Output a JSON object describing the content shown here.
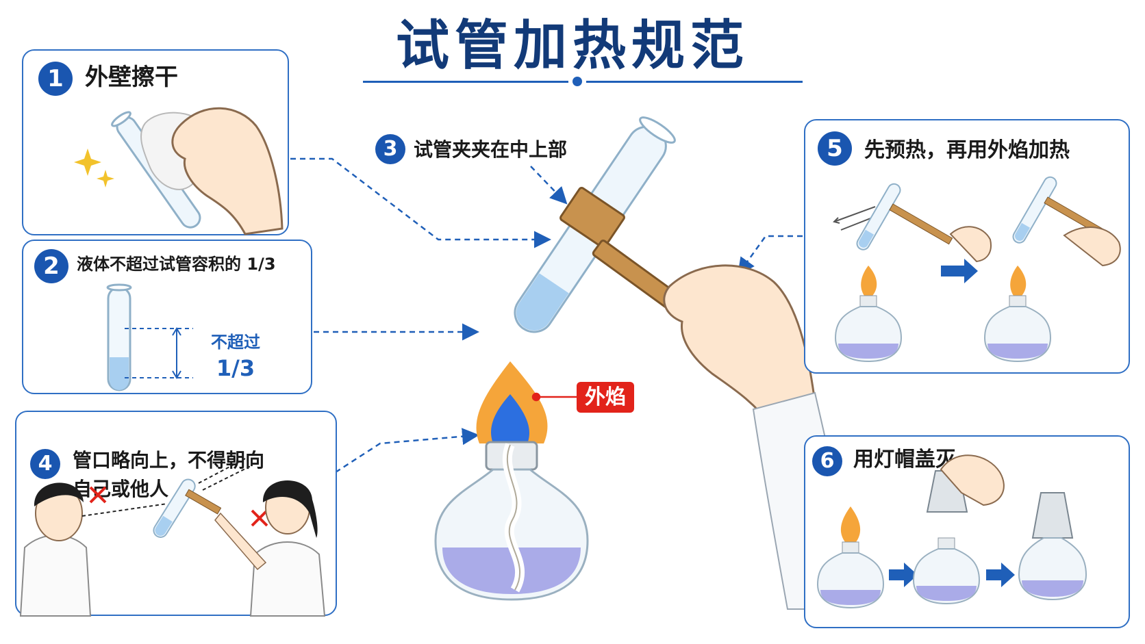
{
  "title": "试管加热规范",
  "steps": [
    {
      "num": "1",
      "text": "外壁擦干"
    },
    {
      "num": "2",
      "text": "液体不超过试管容积的 1/3",
      "note_line1": "不超过",
      "note_line2": "1/3"
    },
    {
      "num": "3",
      "text": "试管夹夹在中上部"
    },
    {
      "num": "4",
      "text_line1": "管口略向上，不得朝向",
      "text_line2": "自己或他人"
    },
    {
      "num": "5",
      "text": "先预热，再用外焰加热"
    },
    {
      "num": "6",
      "text": "用灯帽盖灭"
    }
  ],
  "flame_label": "外焰",
  "colors": {
    "brand_blue": "#1a56b0",
    "title_blue": "#123a78",
    "alert_red": "#e2231a",
    "liquid_blue": "#a8cff0",
    "alcohol_purple": "#8c8ce0"
  }
}
